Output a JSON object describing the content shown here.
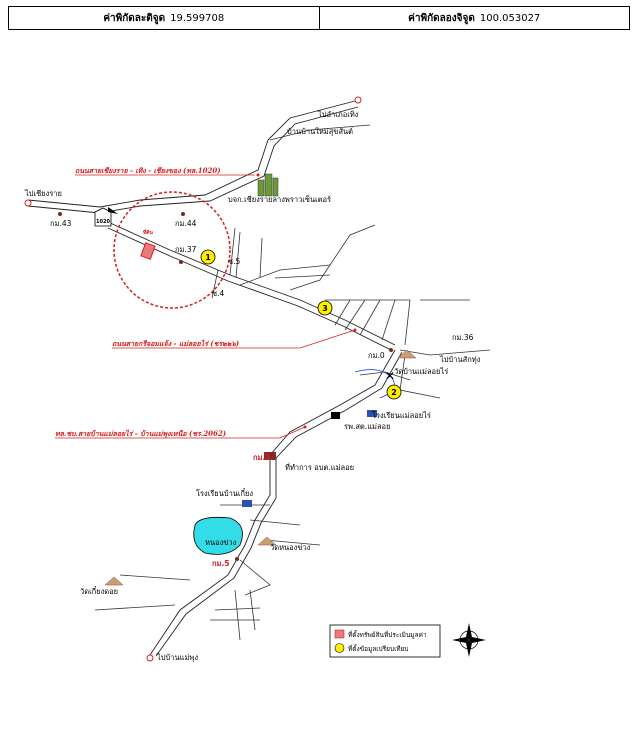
{
  "header": {
    "lat_label": "ค่าพิกัดละติจูด",
    "lat_value": "19.599708",
    "lon_label": "ค่าพิกัดลองจิจูด",
    "lon_value": "100.053027"
  },
  "places": {
    "to_thoeng": "ไปอำเภอเทิง",
    "ban_mai_sukhasan": "บ้านบ้านใหม่สุขสันต์",
    "to_chiangrai": "ไปเชียงราย",
    "km43": "กม.43",
    "km44": "กม.44",
    "km37": "กม.37",
    "highway_shield": "1020",
    "chiangrai_center": "บจก.เชียงรายลางพราวเซ็นเตอร์",
    "sor5": "ซ.5",
    "sor4": "ซ.4",
    "plot_small": "ที่ดิน",
    "km36": "กม.36",
    "to_ban_sak_thung": "ไปบ้านสักทุ่ง",
    "km0": "กม.0",
    "wat_ban_mae_loi_rai": "วัดบ้านแม่ลอยไร่",
    "school_mae_loi_rai": "โรงเรียนแม่ลอยไร่",
    "rph_mae_loi": "รพ.สต.แม่ลอย",
    "km2": "กม.2",
    "abt_mae_loi": "ที่ทำการ อบต.แม่ลอย",
    "school_ban_khiang": "โรงเรียนบ้านเกี๋ยง",
    "nong_khuang": "หนองข่วง",
    "wat_nong_khuang": "วัดหนองข่วง",
    "km5": "กม.5",
    "wat_khiang_doi": "วัดเกี๋ยงดอย",
    "to_ban_mae_phung": "ไปบ้านแม่พุง"
  },
  "roads": {
    "road_1020": "ถนนสายเชียงราย - เทิง - เชียงของ (ทล.1020)",
    "road_local": "ถนนสายกรีจอมแจ้ง - แม่ลอยไร่ (ชร๒๒๖)",
    "road_2062": "ทล.ชบ.สายบ้านแม่ลอยไร่ - บ้านแม่พุงเหนือ (ชร.2062)"
  },
  "markers": [
    "1",
    "2",
    "3"
  ],
  "legend": {
    "property": "ที่ตั้งทรัพย์สินที่ประเมินมูลค่า",
    "comparable": "ที่ตั้งข้อมูลเปรียบเทียบ"
  },
  "colors": {
    "road_red": "#d42020",
    "property": "#e87a7a",
    "marker": "#ffee00",
    "pond": "#33dde8"
  },
  "icons": [
    "temple-icon",
    "school-flag-icon",
    "north-arrow-icon",
    "arrow-icon"
  ]
}
